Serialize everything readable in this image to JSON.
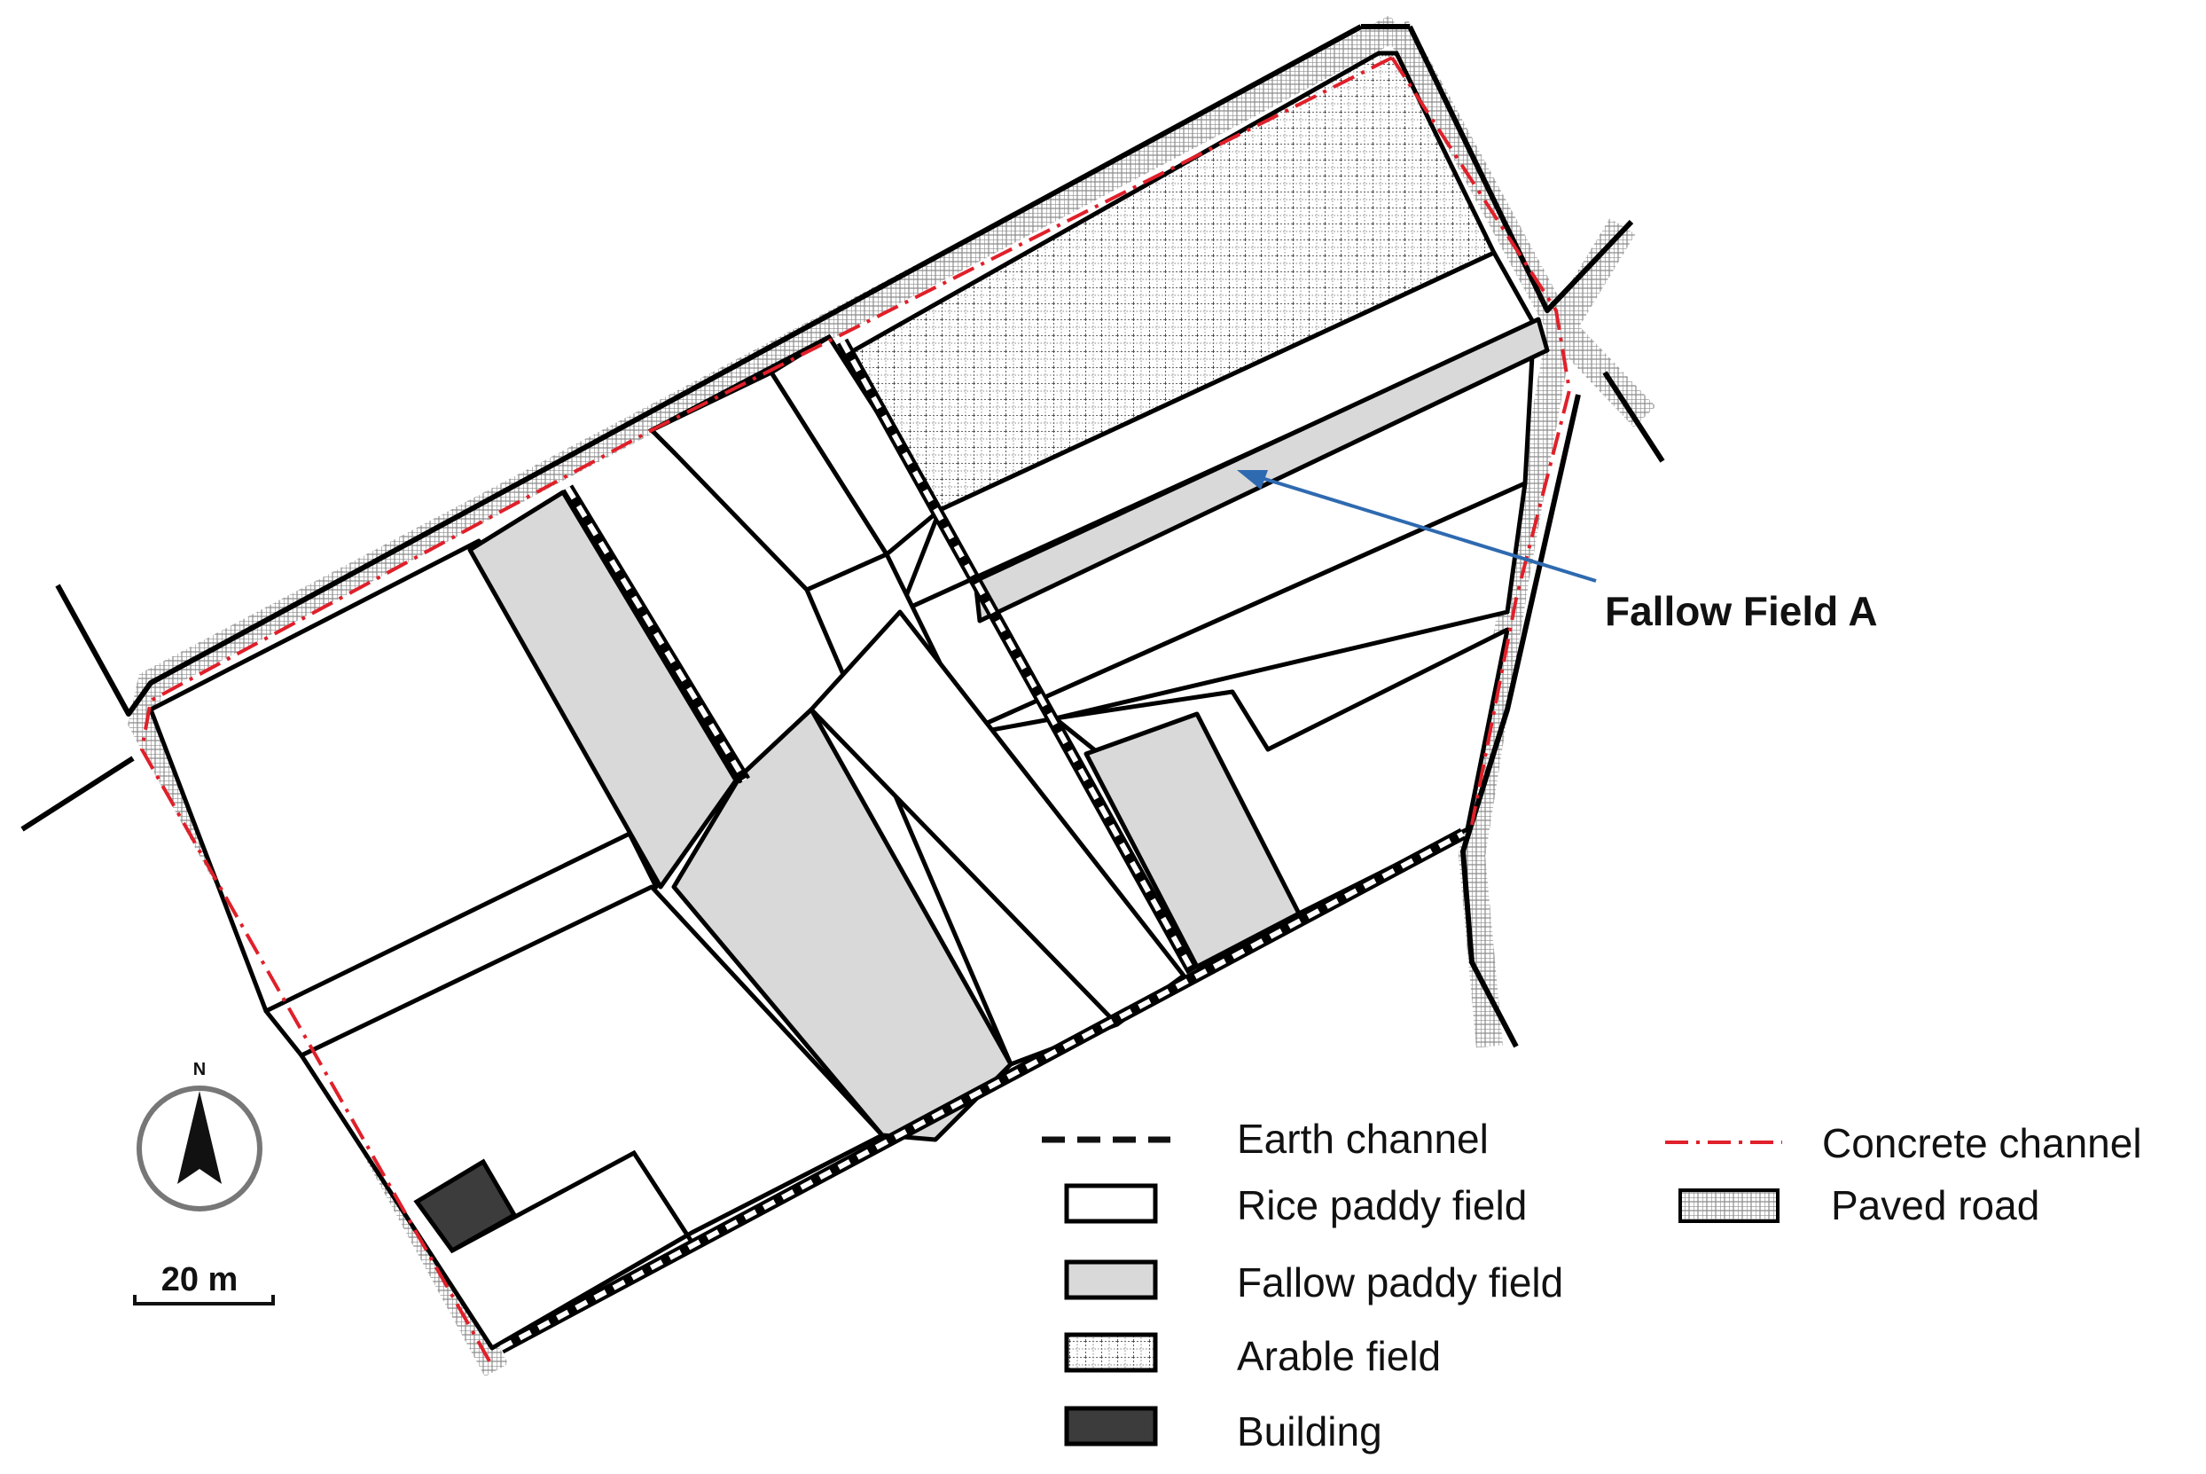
{
  "annotation": {
    "label": "Fallow Field A"
  },
  "compass": {
    "north": "N"
  },
  "scale_bar": {
    "label": "20 m"
  },
  "legend": {
    "items": [
      {
        "key": "earth_channel",
        "label": "Earth channel"
      },
      {
        "key": "rice",
        "label": "Rice paddy field"
      },
      {
        "key": "fallow",
        "label": "Fallow paddy field"
      },
      {
        "key": "arable",
        "label": "Arable field"
      },
      {
        "key": "building",
        "label": "Building"
      },
      {
        "key": "concrete_channel",
        "label": "Concrete channel"
      },
      {
        "key": "paved_road",
        "label": "Paved road"
      }
    ]
  },
  "colors": {
    "fallow": "#d9d9d9",
    "building": "#3c3c3c",
    "concrete_channel": "#e0202a",
    "arrow": "#2e6ab0",
    "line": "#000000"
  }
}
